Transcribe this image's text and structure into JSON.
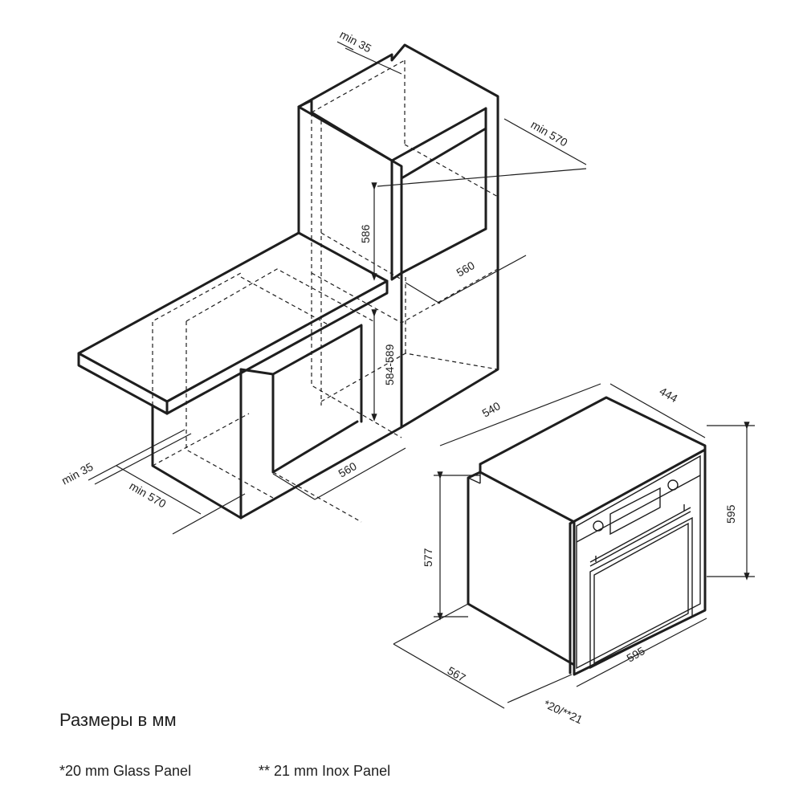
{
  "title": "Размеры в мм",
  "notes": {
    "glass": "*20 mm Glass Panel",
    "inox": "** 21 mm Inox Panel"
  },
  "dimensions": {
    "tall_top_gap": "min 35",
    "tall_depth": "min 570",
    "tall_height": "586",
    "tall_width": "560",
    "under_height": "584-589",
    "under_width": "560",
    "under_gap": "min 35",
    "under_depth": "min 570",
    "oven_depth_top": "540",
    "oven_side": "444",
    "oven_height_total": "595",
    "oven_body_height": "577",
    "oven_width": "595",
    "oven_depth_bottom": "567",
    "panel_thickness": "*20/**21"
  }
}
